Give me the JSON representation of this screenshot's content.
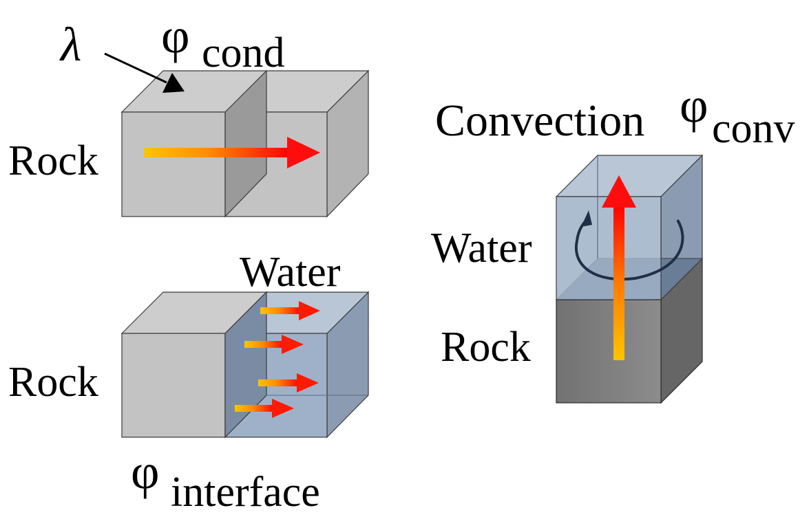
{
  "labels": {
    "lambda": "λ",
    "phi": "φ",
    "cond_sub": "cond",
    "rock_top": "Rock",
    "water_bottom": "Water",
    "rock_bottom": "Rock",
    "interface_sub": "interface",
    "convection_word": "Convection",
    "conv_sub": "conv",
    "water_right": "Water",
    "rock_right": "Rock"
  },
  "colors": {
    "rock_light_front": "#c3c3c3",
    "rock_light_top": "#cdcdcd",
    "rock_light_side": "#b3b3b3",
    "rock_divider": "#9a9a9a",
    "water_front": "#9fb1c8",
    "water_top": "#b8c6d6",
    "water_side": "#8b9cb2",
    "water_divider": "#7a8ca4",
    "rock_dark_front": "#7f7f7f",
    "rock_dark_side": "#666666",
    "arrow_start": "#ffc400",
    "arrow_end": "#ff0000",
    "swirl": "#1f2f45"
  },
  "icons": {
    "flux_arrow": "gradient-arrow",
    "swirl": "circular-arrow"
  }
}
